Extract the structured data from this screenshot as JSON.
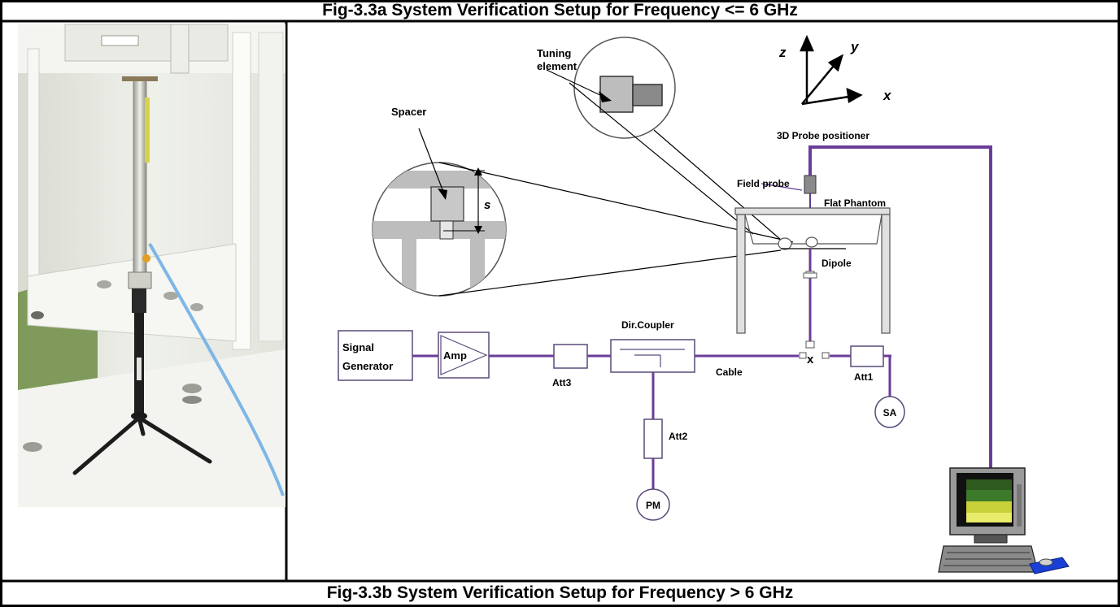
{
  "captions": {
    "top": "Fig-3.3a System Verification Setup for Frequency <= 6 GHz",
    "bottom": "Fig-3.3b System Verification Setup for Frequency > 6 GHz"
  },
  "diagram": {
    "axes": {
      "z": "z",
      "y": "y",
      "x": "x"
    },
    "tuning_element": [
      "Tuning",
      "element"
    ],
    "spacer": "Spacer",
    "spacer_dim": "s",
    "probe_positioner": "3D Probe positioner",
    "field_probe": "Field probe",
    "flat_phantom": "Flat Phantom",
    "dipole": "Dipole",
    "signal_generator": [
      "Signal",
      "Generator"
    ],
    "amp": "Amp",
    "att3": "Att3",
    "dir_coupler": "Dir.Coupler",
    "cable": "Cable",
    "connector": "x",
    "att1": "Att1",
    "sa": "SA",
    "att2": "Att2",
    "pm": "PM"
  },
  "colors": {
    "border": "#000000",
    "line_purple": "#5b3c8c",
    "cable_purple": "#6a3d9a",
    "box_stroke": "#5a4a7a",
    "gray_fill": "#bdbdbd",
    "monitor_green_dark": "#2f5a1f",
    "monitor_green_mid": "#3d7a2a",
    "monitor_yellow": "#e8ec6a",
    "mouse_blue": "#1a3fd6"
  }
}
